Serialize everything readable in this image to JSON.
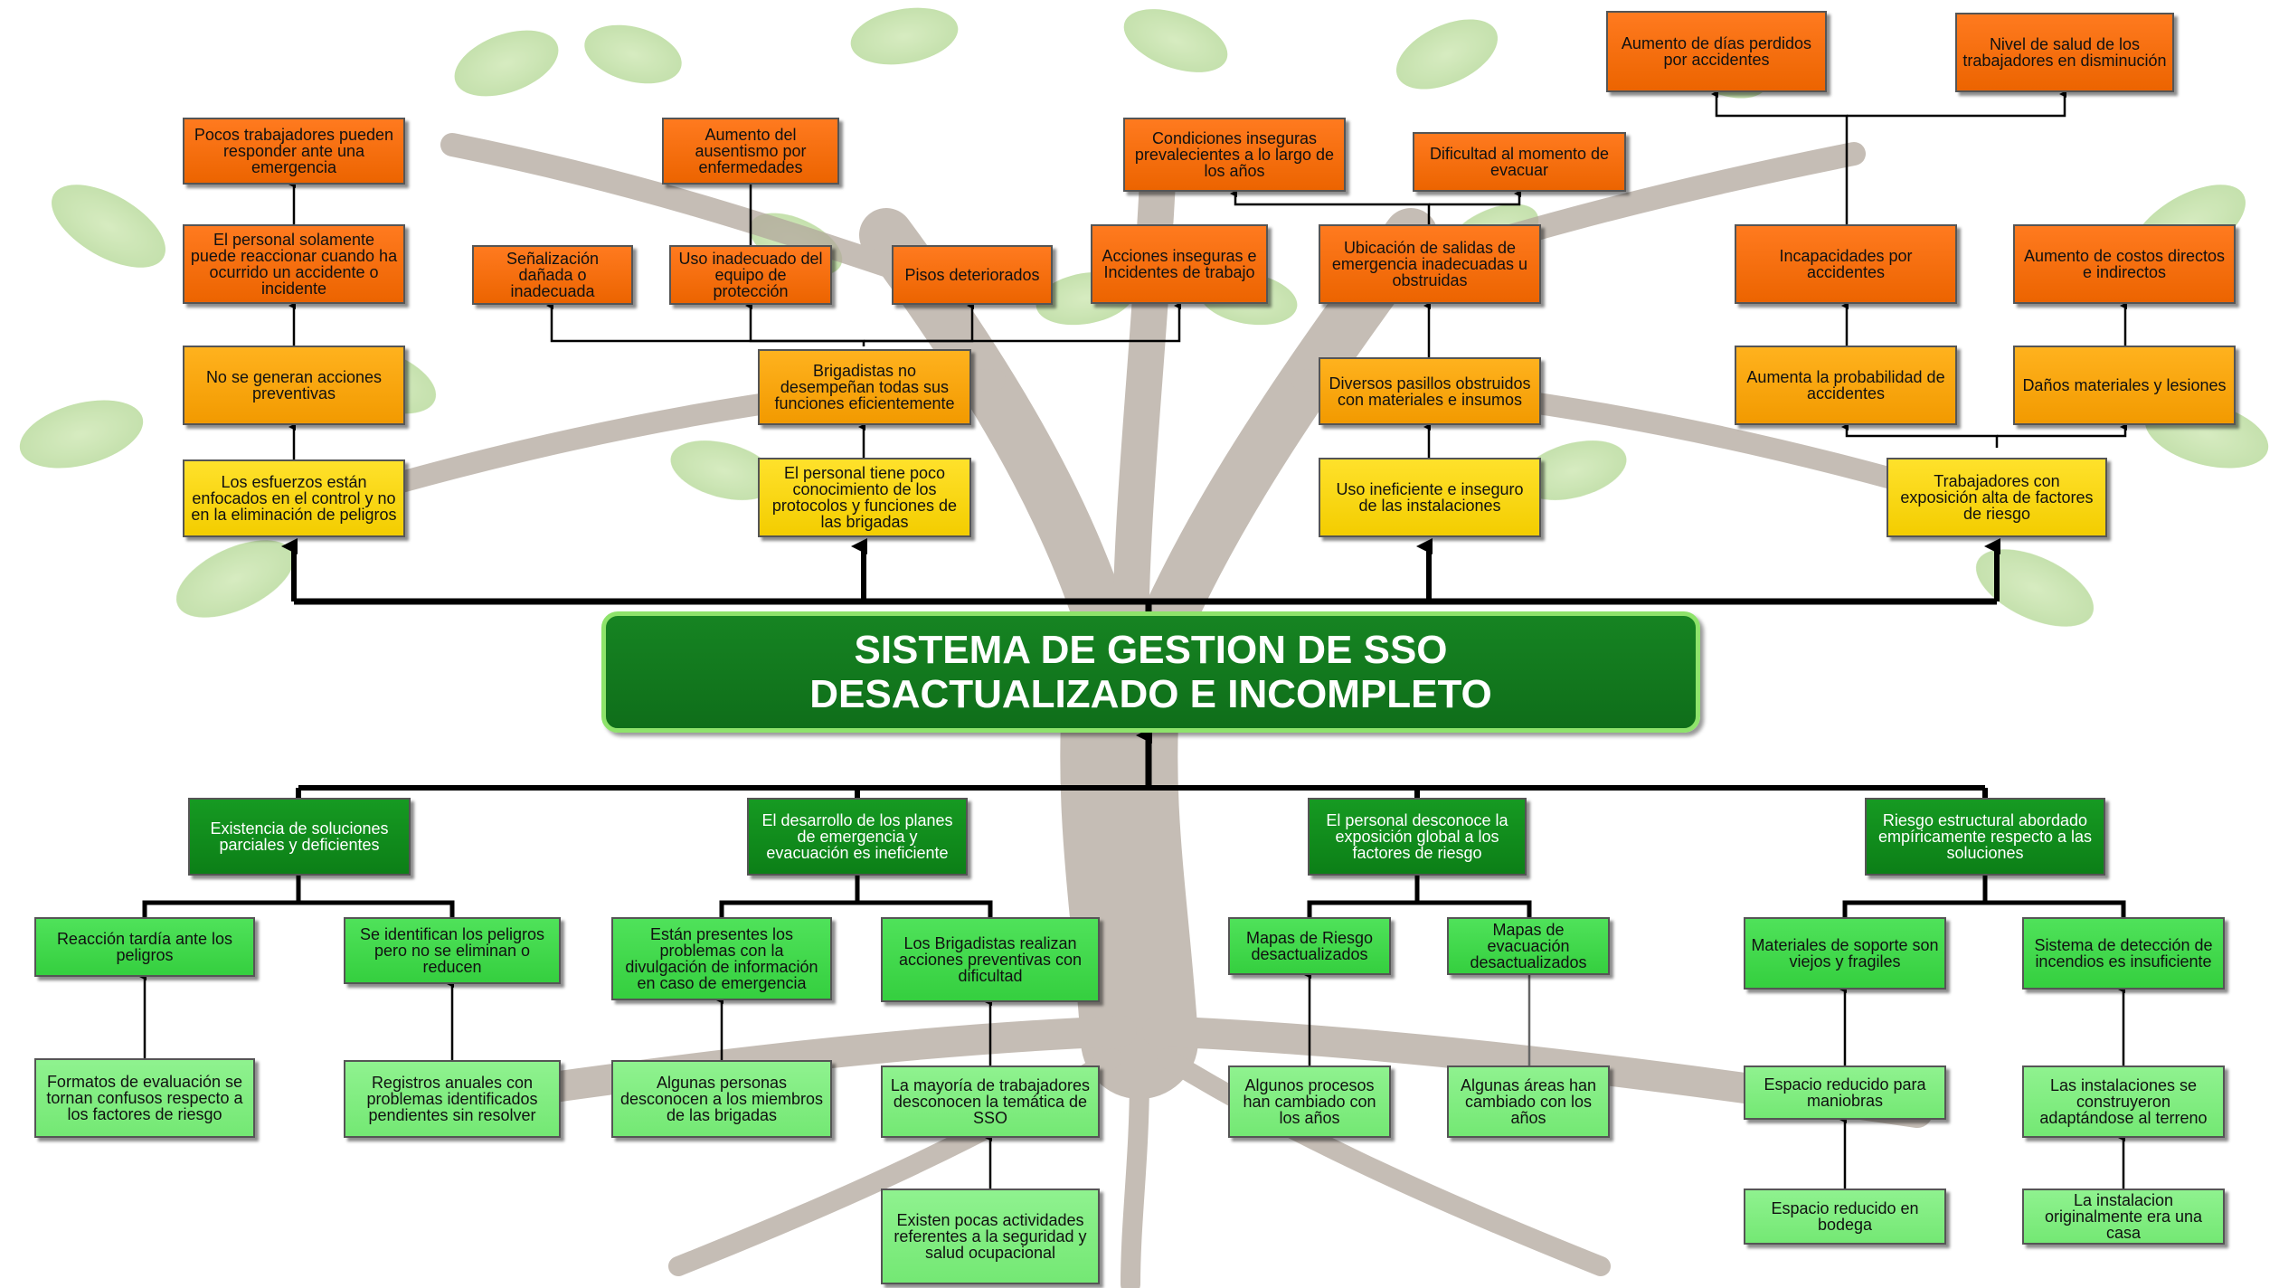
{
  "title": {
    "line1": "SISTEMA DE GESTION DE SSO",
    "line2": "DESACTUALIZADO E INCOMPLETO"
  },
  "effects": {
    "f1": "Pocos trabajadores pueden responder ante una emergencia",
    "f2": "Aumento del ausentismo por enfermedades",
    "f3": "Condiciones inseguras prevalecientes a lo largo de los años",
    "f4": "Dificultad al momento de evacuar",
    "f5": "Aumento de días perdidos por accidentes",
    "f6": "Nivel de salud de los trabajadores en disminución",
    "e1": "El personal solamente puede reaccionar cuando ha ocurrido un accidente o incidente",
    "e2": "Señalización dañada o inadecuada",
    "e3": "Uso inadecuado del equipo de protección",
    "e4": "Pisos deteriorados",
    "e5": "Acciones inseguras e Incidentes de trabajo",
    "e6": "Ubicación de salidas de emergencia inadecuadas u obstruidas",
    "e7": "Incapacidades por accidentes",
    "e8": "Aumento de costos directos e indirectos",
    "d1": "No se generan acciones preventivas",
    "d2": "Brigadistas no desempeñan todas sus funciones eficientemente",
    "d3": "Diversos pasillos obstruidos con materiales e insumos",
    "d4": "Aumenta la probabilidad de accidentes",
    "d5": "Daños materiales y lesiones",
    "y1": "Los esfuerzos están enfocados en el control y no en la eliminación de peligros",
    "y2": "El personal tiene poco conocimiento de los protocolos y funciones de las brigadas",
    "y3": "Uso ineficiente e inseguro de las instalaciones",
    "y4": "Trabajadores con exposición alta de factores de riesgo"
  },
  "causes": {
    "c1": "Existencia de soluciones parciales y deficientes",
    "c2": "El desarrollo de los planes de emergencia y evacuación es ineficiente",
    "c3": "El personal desconoce la exposición global a los factores de riesgo",
    "c4": "Riesgo estructural abordado empíricamente respecto a las soluciones",
    "s1": "Reacción tardía ante los peligros",
    "s2": "Se identifican los peligros pero no se eliminan o reducen",
    "s3": "Están presentes los problemas con la divulgación de información en caso de emergencia",
    "s4": "Los Brigadistas realizan acciones preventivas con dificultad",
    "s5": "Mapas de Riesgo desactualizados",
    "s6": "Mapas de evacuación desactualizados",
    "s7": "Materiales de soporte son viejos y fragiles",
    "s8": "Sistema de detección de incendios es insuficiente",
    "r1": "Formatos de evaluación se tornan confusos respecto a los factores de riesgo",
    "r2": "Registros anuales con problemas identificados pendientes sin resolver",
    "r3": "Algunas personas desconocen a los miembros de las brigadas",
    "r4": "La mayoría de trabajadores desconocen la temática de SSO",
    "r5": "Algunos procesos han cambiado con los años",
    "r6": "Algunas áreas han cambiado con los años",
    "r7": "Espacio reducido para maniobras",
    "r8": "Las instalaciones se construyeron adaptándose al terreno",
    "q1": "Existen pocas actividades referentes a la seguridad y salud ocupacional",
    "q2": "Espacio reducido en bodega",
    "q3": "La instalacion originalmente era una casa"
  },
  "colors": {
    "effect_top": "#ec6400",
    "effect_mid": "#f29a00",
    "effect_low": "#f3cd00",
    "core": "#0f6e1a",
    "cause_main": "#0c7f17",
    "cause_sub": "#35cf3f",
    "cause_root": "#74e874"
  }
}
